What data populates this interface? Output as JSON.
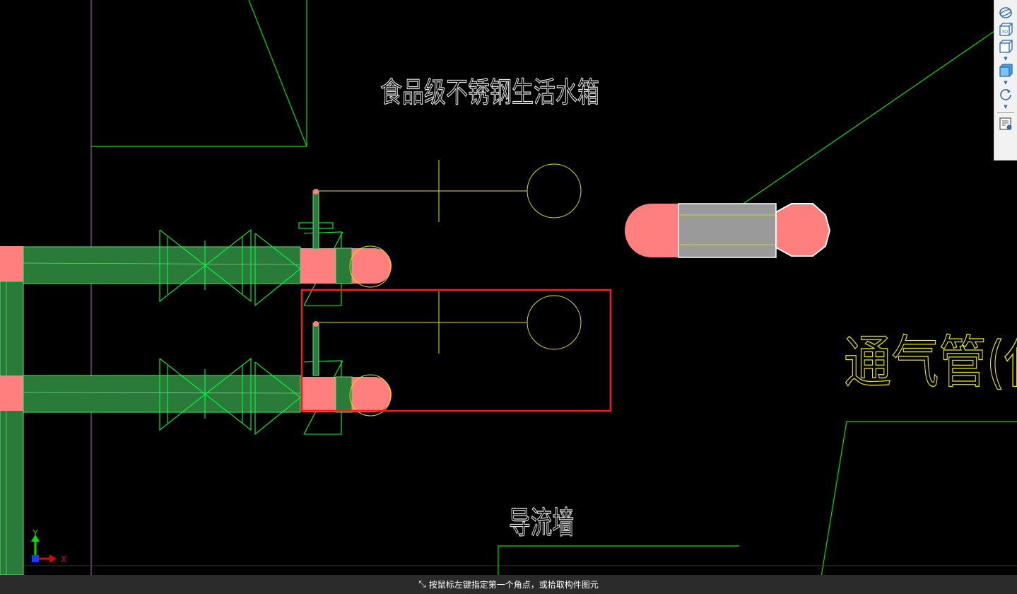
{
  "drawing": {
    "title_text": "食品级不锈钢生活水箱",
    "label_vent": "通气管(",
    "label_vent_tail": "㑁",
    "label_wall": "导流墙"
  },
  "ucs": {
    "y_label": "Y",
    "x_label": "X"
  },
  "toolbar": {
    "tools": [
      {
        "name": "orbit-icon"
      },
      {
        "name": "view-3d-icon",
        "label": "3D"
      },
      {
        "name": "wireframe-box-icon"
      },
      {
        "name": "shaded-box-icon"
      },
      {
        "name": "rotate-icon"
      },
      {
        "name": "properties-panel-icon"
      }
    ]
  },
  "status": {
    "prompt": "按鼠标左键指定第一个角点，或拾取构件图元"
  },
  "colors": {
    "background": "#000000",
    "line_green": "#00e000",
    "pipe_fill": "#2a7a3a",
    "fitting_pink": "#ff7f7f",
    "annotation_yellow": "#e6e600",
    "selection_red": "#ff1a1a",
    "grey_fill": "#9a9a9a"
  }
}
